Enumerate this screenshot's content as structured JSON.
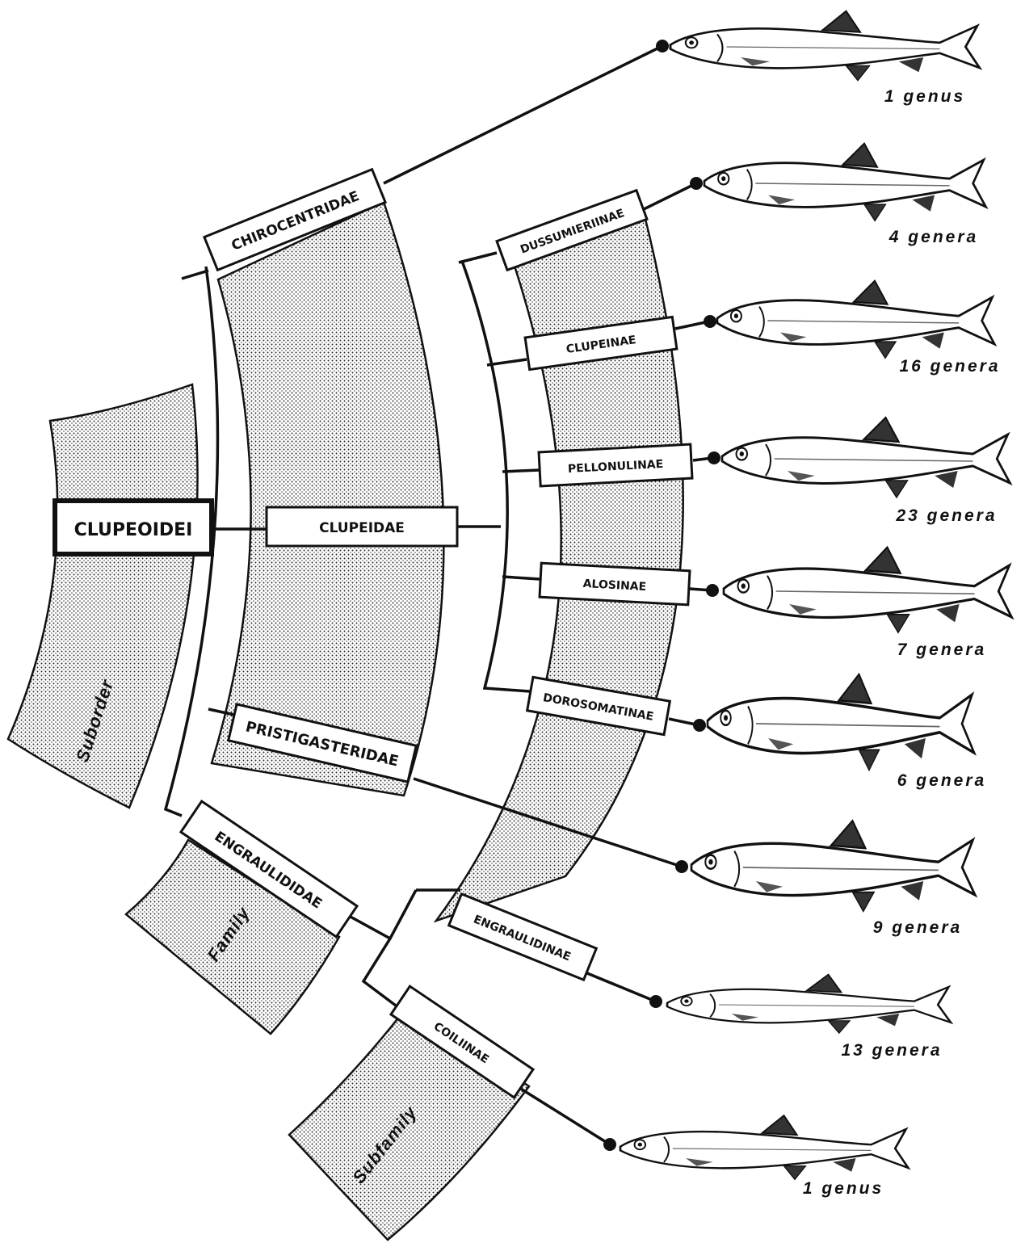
{
  "bands": {
    "suborder": "Suborder",
    "family": "Family",
    "subfamily": "Subfamily"
  },
  "suborder": "CLUPEOIDEI",
  "families": {
    "chirocentridae": "CHIROCENTRIDAE",
    "clupeidae": "CLUPEIDAE",
    "pristigasteridae": "PRISTIGASTERIDAE",
    "engraulididae": "ENGRAULIDIDAE"
  },
  "subfamilies": {
    "dussumieriinae": "DUSSUMIERIINAE",
    "clupeinae": "CLUPEINAE",
    "pellonulinae": "PELLONULINAE",
    "alosinae": "ALOSINAE",
    "dorosomatinae": "DOROSOMATINAE",
    "engraulidinae": "ENGRAULIDINAE",
    "coiliinae": "COILIINAE"
  },
  "counts": {
    "chirocentridae": "1 genus",
    "dussumieriinae": "4 genera",
    "clupeinae": "16 genera",
    "pellonulinae": "23 genera",
    "alosinae": "7 genera",
    "dorosomatinae": "6 genera",
    "pristigasteridae": "9 genera",
    "engraulidinae": "13 genera",
    "coiliinae": "1 genus"
  },
  "icons": {
    "fish": "fish-illustration-icon"
  },
  "colors": {
    "ink": "#111111",
    "band_fill": "#c8c8c8",
    "background": "#ffffff"
  }
}
